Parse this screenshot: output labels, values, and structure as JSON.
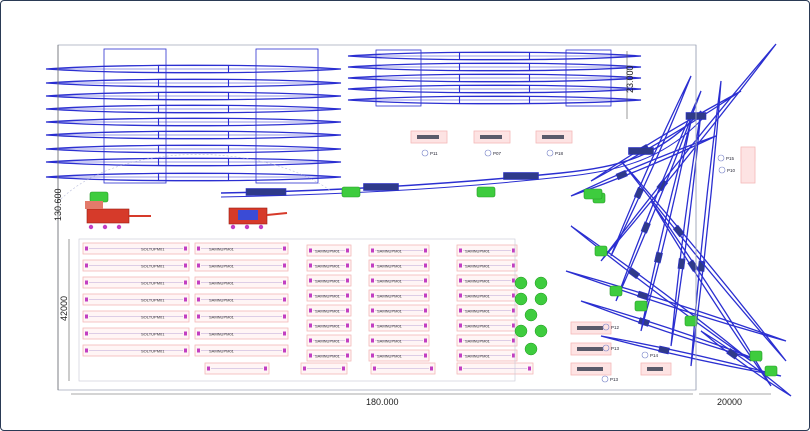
{
  "dimensions": {
    "left_height": "130.600",
    "left_lower": "42000",
    "bottom_width": "180.000",
    "bottom_right": "20000",
    "top_right": "23.000"
  },
  "colors": {
    "blade": "#2b2fd1",
    "blade_fill": "#dfe3ff",
    "tower": "#2f3a8a",
    "green": "#3ecc3e",
    "pink": "#f4b8b8",
    "purple": "#c23fc2",
    "red": "#d63a2a"
  },
  "tags": [
    "P11",
    "P07",
    "P18",
    "P12",
    "P13",
    "P13",
    "P14",
    "P15",
    "P10"
  ],
  "labels": {
    "truck_text": "SOLTUPM01",
    "block_text": "SAMNUPM01"
  }
}
